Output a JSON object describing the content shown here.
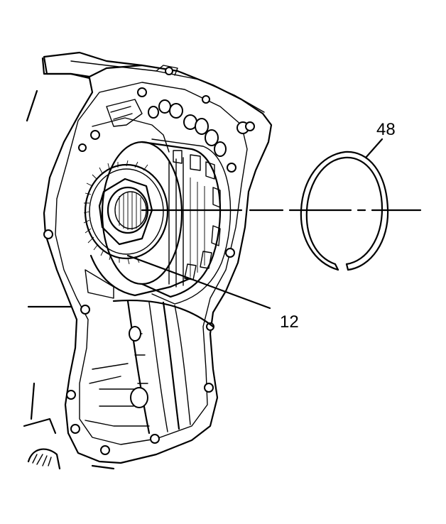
{
  "callouts": [
    {
      "id": "12",
      "label": "12"
    },
    {
      "id": "48",
      "label": "48"
    }
  ],
  "colors": {
    "line": "#000000",
    "background": "#ffffff"
  }
}
